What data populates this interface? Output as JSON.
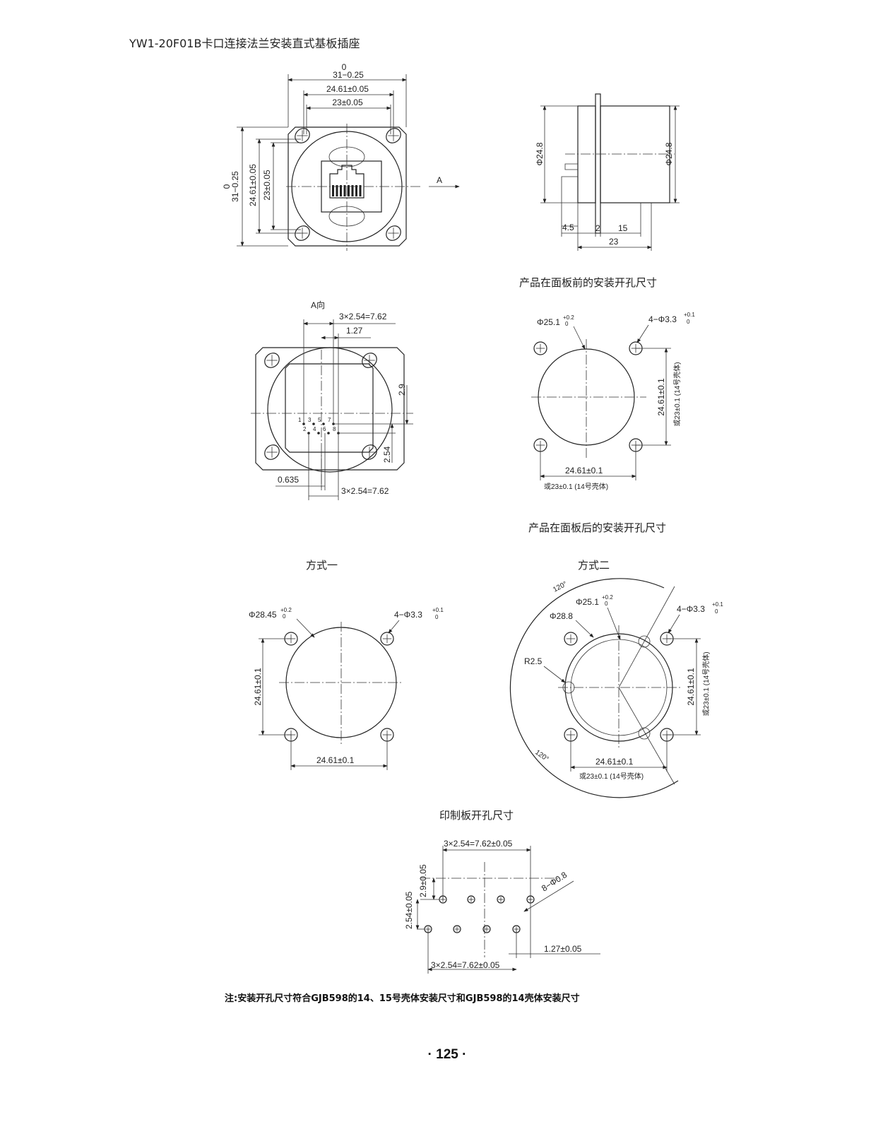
{
  "title": "YW1-20F01B卡口连接法兰安装直式基板插座",
  "front_view": {
    "width_nominal": "31−0.25",
    "width_upper": "0",
    "hole_pitch_outer": "24.61±0.05",
    "hole_pitch_inner": "23±0.05",
    "height_nominal": "31−0.25",
    "height_upper": "0",
    "hole_pitch_outer_v": "24.61±0.05",
    "hole_pitch_inner_v": "23±0.05",
    "view_arrow_label": "A"
  },
  "side_view": {
    "dia_left": "Φ24.8",
    "dia_right": "Φ24.8",
    "dim_a": "4.5",
    "dim_b": "2",
    "dim_c": "15",
    "dim_total": "23"
  },
  "a_view": {
    "label": "A向",
    "top_pitch": "3×2.54=7.62",
    "top_offset": "1.27",
    "right_offset": "2.9",
    "row_pitch": "2.54",
    "bottom_offset": "0.635",
    "bottom_pitch": "3×2.54=7.62",
    "pins_row1": [
      "1",
      "3",
      "5",
      "7"
    ],
    "pins_row2": [
      "2",
      "4",
      "6",
      "8"
    ]
  },
  "panel_front": {
    "heading": "产品在面板前的安装开孔尺寸",
    "hole_dia": "Φ25.1",
    "hole_tol_upper": "+0.2",
    "hole_tol_lower": "0",
    "mount_holes": "4−Φ3.3",
    "mount_tol_upper": "+0.1",
    "mount_tol_lower": "0",
    "pitch_v": "24.61±0.1",
    "pitch_v_alt": "或23±0.1 (14号壳体)",
    "pitch_h": "24.61±0.1",
    "pitch_h_alt": "或23±0.1 (14号壳体)"
  },
  "panel_rear": {
    "heading": "产品在面板后的安装开孔尺寸",
    "method1": {
      "label": "方式一",
      "hole_dia": "Φ28.45",
      "hole_tol_upper": "+0.2",
      "hole_tol_lower": "0",
      "mount_holes": "4−Φ3.3",
      "mount_tol_upper": "+0.1",
      "mount_tol_lower": "0",
      "pitch_v": "24.61±0.1",
      "pitch_h": "24.61±0.1"
    },
    "method2": {
      "label": "方式二",
      "angle_top": "120°",
      "angle_bottom": "120°",
      "hole_dia": "Φ25.1",
      "hole_tol_upper": "+0.2",
      "hole_tol_lower": "0",
      "outer_dia": "Φ28.8",
      "radius": "R2.5",
      "mount_holes": "4−Φ3.3",
      "mount_tol_upper": "+0.1",
      "mount_tol_lower": "0",
      "pitch_v": "24.61±0.1",
      "pitch_v_alt": "或23±0.1 (14号壳体)",
      "pitch_h": "24.61±0.1",
      "pitch_h_alt": "或23±0.1 (14号壳体)"
    }
  },
  "pcb": {
    "heading": "印制板开孔尺寸",
    "top_pitch": "3×2.54=7.62±0.05",
    "offset_v": "2.9±0.05",
    "row_pitch": "2.54±0.05",
    "holes": "8−Φ0.8",
    "offset_h": "1.27±0.05",
    "bottom_pitch": "3×2.54=7.62±0.05"
  },
  "note": "注:安装开孔尺寸符合GJB598的14、15号壳体安装尺寸和GJB598的14壳体安装尺寸",
  "page_number": "· 125 ·"
}
